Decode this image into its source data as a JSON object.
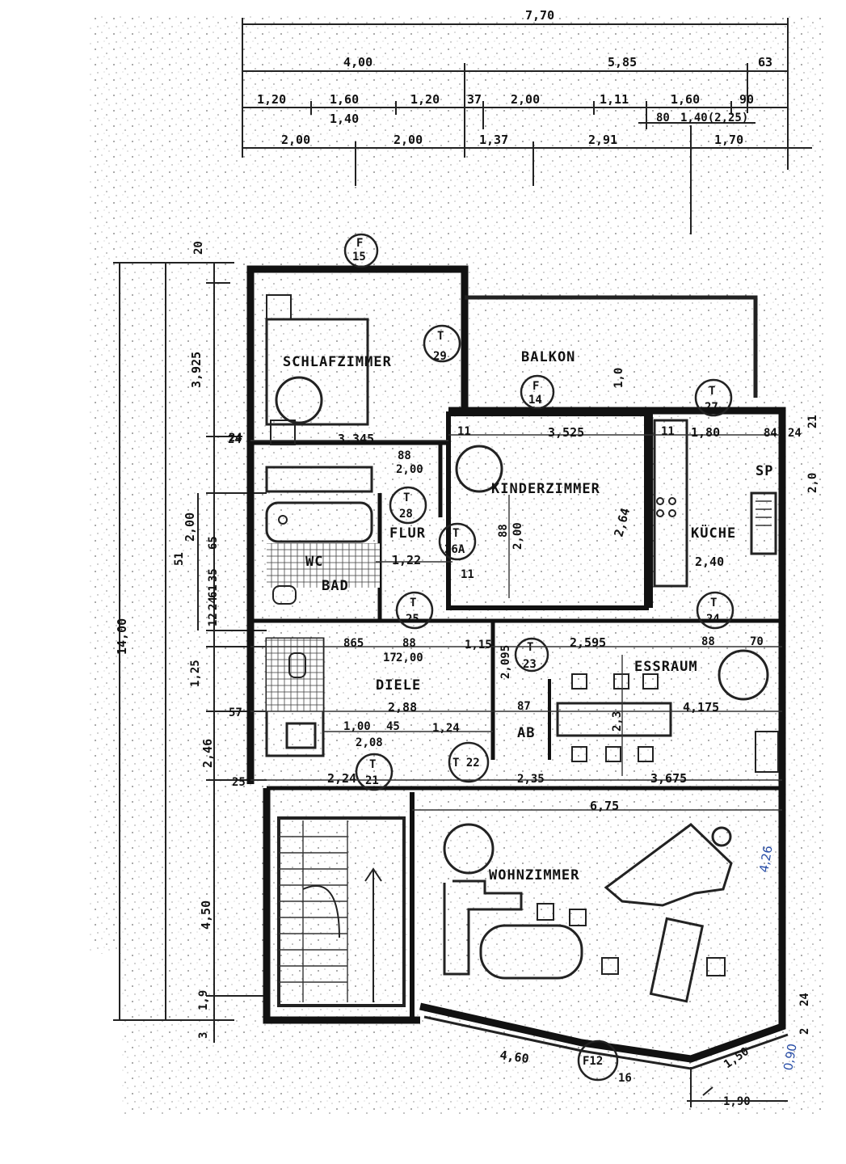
{
  "drawing": {
    "ink_color": "#1a1a1a",
    "paper_color": "#ffffff",
    "handwriting_color": "#2a4fa8"
  },
  "rooms": {
    "schlafzimmer": "SCHLAFZIMMER",
    "balkon": "BALKON",
    "kinderzimmer": "KINDERZIMMER",
    "kueche": "KÜCHE",
    "sp": "SP",
    "flur": "FLUR",
    "bad": "BAD",
    "wc": "WC",
    "diele": "DIELE",
    "essraum": "ESSRAUM",
    "ab": "AB",
    "wohnzimmer": "WOHNZIMMER"
  },
  "tags": {
    "f15": [
      "F",
      "15"
    ],
    "f14": [
      "F",
      "14"
    ],
    "f12": "F12",
    "t29": [
      "T",
      "29"
    ],
    "t27": [
      "T",
      "27"
    ],
    "t28": [
      "T",
      "28"
    ],
    "t26a": [
      "T",
      "26A"
    ],
    "t25": [
      "T",
      "25"
    ],
    "t24": [
      "T",
      "24"
    ],
    "t23": [
      "T",
      "23"
    ],
    "t22": "T 22",
    "t21": [
      "T",
      "21"
    ]
  },
  "dims_top": {
    "row0": "7,70",
    "row1": [
      "4,00",
      "5,85",
      "63"
    ],
    "row2": [
      "1,20",
      "1,60",
      "1,20",
      "37",
      "2,00",
      "1,11",
      "1,60",
      "90"
    ],
    "row2_sub": [
      "1,40",
      "80",
      "1,40(2,25)"
    ],
    "row3": [
      "2,00",
      "2,00",
      "1,37",
      "2,91",
      "1,70"
    ]
  },
  "dims_left": {
    "total": "14,00",
    "upper": "3,925",
    "mid_a": "2,00",
    "lower": "4,50",
    "bottom_a": "2,46",
    "small": [
      "20",
      "24",
      "1,25",
      "57",
      "25",
      "1,9",
      "3",
      "61",
      "65",
      "35",
      "51",
      "12",
      "24"
    ]
  },
  "dims_inner": {
    "schlaf_w": "3,345",
    "schlaf_l": "24",
    "kinder_w": "3,525",
    "kinder_h": "2,64",
    "kinder_115": "11",
    "kueche_w": "1,80",
    "kueche_115": "11",
    "kueche_84": "84",
    "kueche_h": "2,40",
    "balkon_h": "1,0",
    "flur_88": "88",
    "flur_200": "2,00",
    "flur_122": "1,22",
    "flur_11": "11",
    "flur_200v": "2,00",
    "flur_88v": "88",
    "diele_865": "865",
    "diele_88": "88",
    "diele_115": "1,15",
    "diele_2095": "2,095",
    "diele_200": "2,00",
    "diele_17": "17",
    "diele_w": "2,88",
    "essraum_2595": "2,595",
    "essraum_88": "88",
    "essraum_70": "70",
    "essraum_w": "4,175",
    "essraum_v": "2,3",
    "ab_87": "87",
    "row_100": "1,00",
    "row_45": "45",
    "row_124": "1,24",
    "row_208": "2,08",
    "row_224": "2,24",
    "row_235": "2,35",
    "row_3675": "3,675",
    "wohn_w": "6,75",
    "wohn_460": "4,60",
    "wohn_150": "1,50",
    "wohn_190": "1,90",
    "wohn_16": "16",
    "right_24": "24",
    "right_2": "2",
    "right_24b": "24",
    "right_21": "21",
    "right_20": "2,0"
  },
  "handwritten": {
    "right_mark": "4,26",
    "bottom_mark": "0,90"
  }
}
